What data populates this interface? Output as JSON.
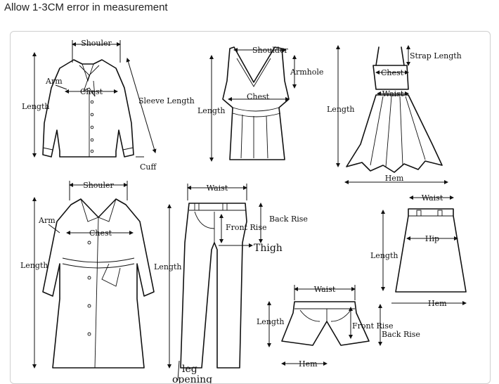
{
  "header": {
    "note": "Allow 1-3CM error in measurement"
  },
  "labels": {
    "shirt": {
      "shoulder": "Shouler",
      "arm": "Arm",
      "chest": "Chest",
      "length": "Length",
      "sleeve": "Sleeve Length",
      "cuff": "Cuff"
    },
    "tank": {
      "shoulder": "Shoulder",
      "armhole": "Armhole",
      "chest": "Chest",
      "length": "Length"
    },
    "dress": {
      "strap": "Strap Length",
      "chest": "Chest",
      "waist": "Waist",
      "length": "Length",
      "hem": "Hem"
    },
    "coat": {
      "shoulder": "Shouler",
      "arm": "Arm",
      "chest": "Chest",
      "length": "Length"
    },
    "pants": {
      "waist": "Waist",
      "back_rise": "Back Rise",
      "front_rise": "Front Rise",
      "thigh": "Thigh",
      "length": "Length",
      "leg": "leg",
      "opening": "opening"
    },
    "skirt": {
      "waist": "Waist",
      "hip": "Hip",
      "length": "Length",
      "hem": "Hem"
    },
    "shorts": {
      "waist": "Waist",
      "length": "Length",
      "front_rise": "Front Rise",
      "back_rise": "Back Rise",
      "hem": "Hem"
    }
  },
  "colors": {
    "ink": "#111111",
    "border": "#cfcfcf"
  }
}
